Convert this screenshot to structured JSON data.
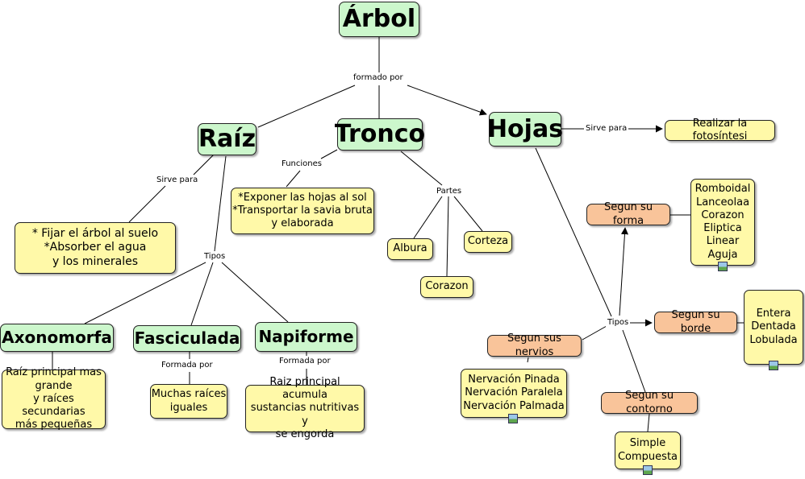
{
  "nodes": {
    "arbol": "Árbol",
    "raiz": "Raíz",
    "tronco": "Tronco",
    "hojas": "Hojas",
    "fotosintesis": "Realizar la fotosíntesi",
    "raiz_funcion": "* Fijar el árbol al suelo\n*Absorber el agua\ny los minerales",
    "tronco_funcion": "*Exponer las hojas al sol\n*Transportar la savia bruta\ny elaborada",
    "albura": "Albura",
    "corteza": "Corteza",
    "corazon": "Corazon",
    "axonomorfa": "Axonomorfa",
    "fasciculada": "Fasciculada",
    "napiforme": "Napiforme",
    "axonomorfa_desc": "Raíz principal mas\ngrande\ny raíces secundarias\nmás pequeñas",
    "fasciculada_desc": "Muchas raíces\niguales",
    "napiforme_desc": "Raiz principal acumula\nsustancias nutritivas y\nse engorda",
    "segun_forma": "Segun su forma",
    "formas": "Romboidal\nLanceolaa\nCorazon\nEliptica\nLinear\nAguja",
    "segun_borde": "Segun su borde",
    "bordes": "Entera\nDentada\nLobulada",
    "segun_nervios": "Segun sus nervios",
    "nervios": "Nervación Pinada\nNervación Paralela\nNervación Palmada",
    "segun_contorno": "Segun su contorno",
    "contornos": "Simple\nCompuesta"
  },
  "labels": {
    "formado_por": "formado por",
    "sirve_para_hojas": "Sirve para",
    "sirve_para_raiz": "Sirve para",
    "funciones": "Funciones",
    "partes": "Partes",
    "tipos_raiz": "Tipos",
    "tipos_hojas": "Tipos",
    "formada_por_fasc": "Formada por",
    "formada_por_napi": "Formada por"
  }
}
